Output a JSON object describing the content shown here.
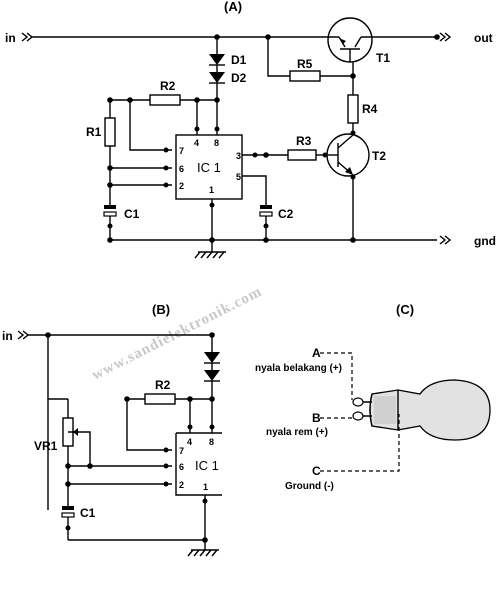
{
  "panels": {
    "a": "(A)",
    "b": "(B)",
    "c": "(C)"
  },
  "circuit_a": {
    "terminal_in": "in",
    "terminal_out": "out",
    "terminal_gnd": "gnd",
    "components": {
      "d1": "D1",
      "d2": "D2",
      "r1": "R1",
      "r2": "R2",
      "r3": "R3",
      "r4": "R4",
      "r5": "R5",
      "c1": "C1",
      "c2": "C2",
      "t1": "T1",
      "t2": "T2",
      "ic": "IC 1"
    },
    "pins": [
      "7",
      "6",
      "2",
      "4",
      "8",
      "3",
      "5",
      "1"
    ]
  },
  "circuit_b": {
    "terminal_in": "in",
    "components": {
      "r2": "R2",
      "vr1": "VR1",
      "c1": "C1",
      "ic": "IC 1"
    },
    "pins": [
      "7",
      "6",
      "2",
      "4",
      "8",
      "1"
    ]
  },
  "bulb": {
    "a_letter": "A",
    "a_label": "nyala belakang (+)",
    "b_letter": "B",
    "b_label": "nyala rem (+)",
    "c_letter": "C",
    "c_label": "Ground (-)"
  },
  "watermark": "www.sandielektronik.com"
}
